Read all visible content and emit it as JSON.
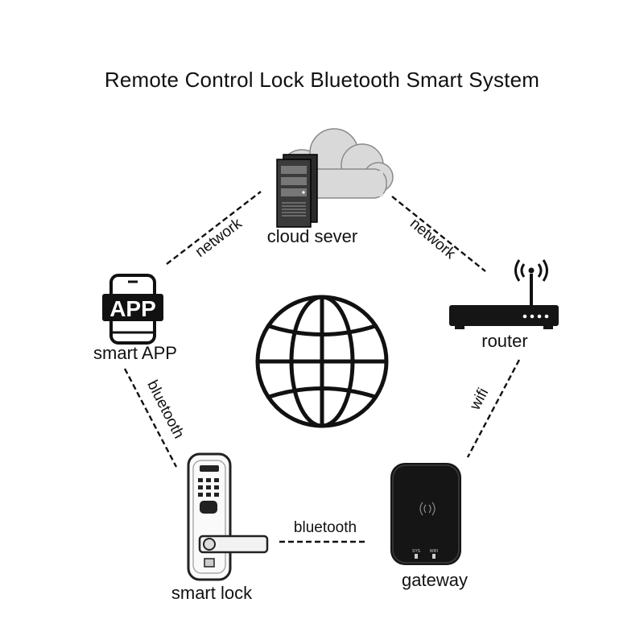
{
  "diagram": {
    "title": "Remote Control Lock Bluetooth Smart System",
    "nodes": {
      "cloud_server": {
        "label": "cloud sever",
        "icon": "cloud-server-icon"
      },
      "router": {
        "label": "router",
        "icon": "router-icon"
      },
      "gateway": {
        "label": "gateway",
        "icon": "gateway-icon"
      },
      "smart_lock": {
        "label": "smart lock",
        "icon": "smart-lock-icon"
      },
      "smart_app": {
        "label": "smart APP",
        "icon": "smartphone-app-icon",
        "badge": "APP"
      },
      "center": {
        "icon": "globe-icon"
      }
    },
    "links": {
      "app_cloud": {
        "label": "network"
      },
      "cloud_router": {
        "label": "network"
      },
      "router_gateway": {
        "label": "wifi"
      },
      "gateway_lock": {
        "label": "bluetooth"
      },
      "lock_app": {
        "label": "bluetooth"
      }
    },
    "gateway_leds": [
      "SYS",
      "WIFI"
    ],
    "colors": {
      "ink": "#111111",
      "cloud": "#d8d8d8",
      "device": "#1a1a1a"
    }
  }
}
